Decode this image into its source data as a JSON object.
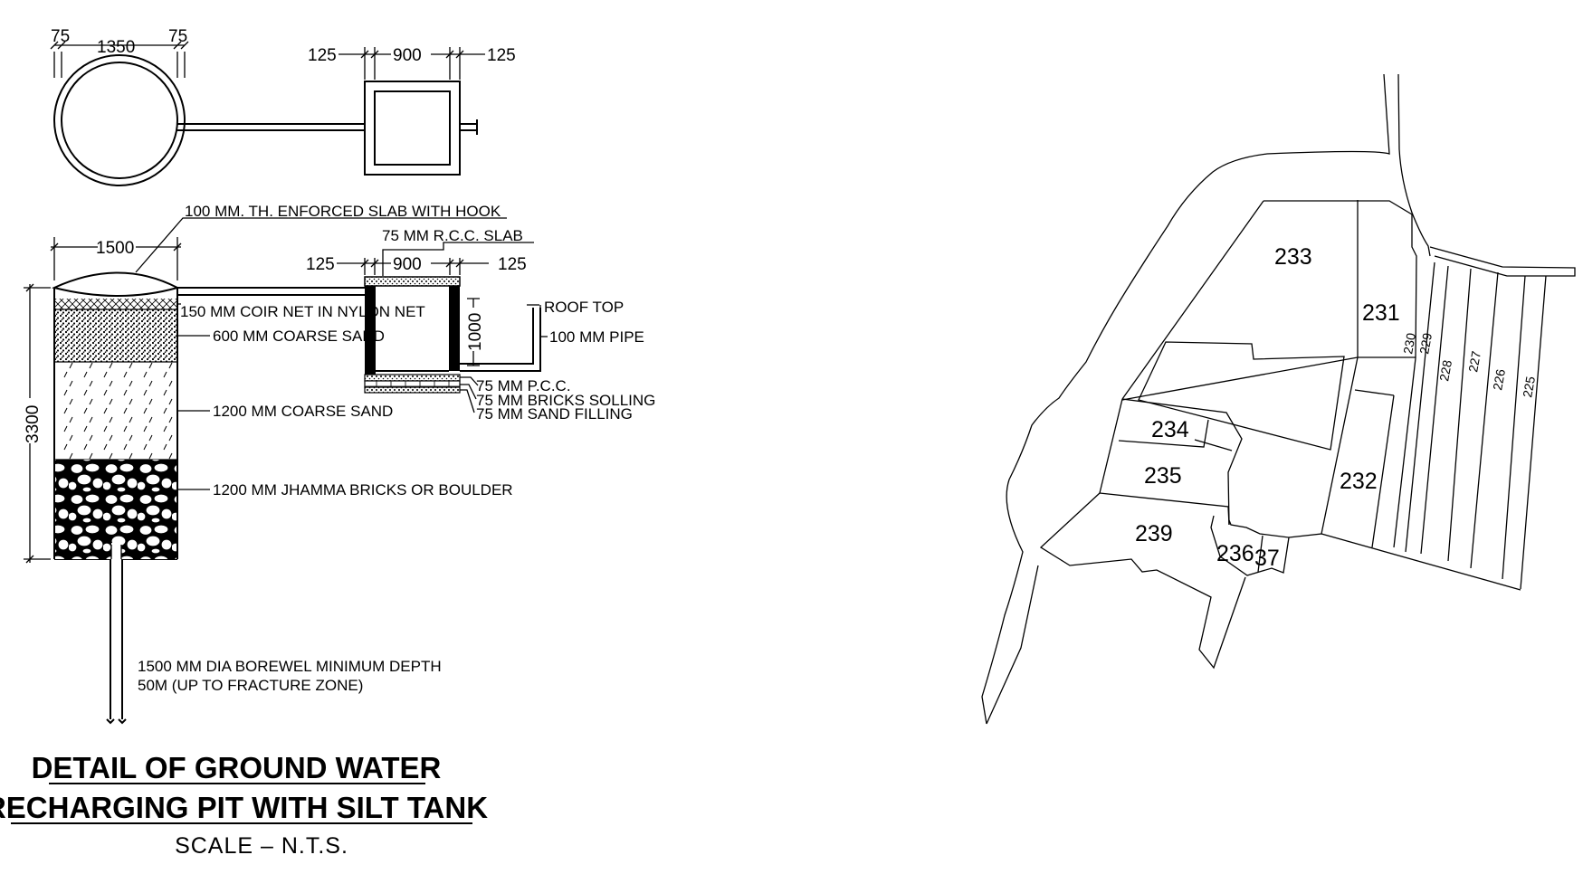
{
  "plan_view": {
    "pit_dims": {
      "left_wall": "75",
      "diameter": "1350",
      "right_wall": "75"
    },
    "tank_dims": {
      "left_wall": "125",
      "inner": "900",
      "right_wall": "125"
    }
  },
  "section_view": {
    "pit_width": "1500",
    "pit_depth": "3300",
    "tank_dims": {
      "left_wall": "125",
      "inner": "900",
      "right_wall": "125"
    },
    "tank_height": "1000",
    "labels": {
      "slab": "100 MM. TH. ENFORCED SLAB WITH HOOK",
      "rcc_slab": "75 MM R.C.C. SLAB",
      "coir_net": "150 MM COIR NET IN NYLON NET",
      "coarse_sand_600": "600 MM COARSE SAND",
      "coarse_sand_1200": "1200 MM COARSE SAND",
      "bricks_boulder": "1200 MM JHAMMA BRICKS OR BOULDER",
      "roof_top": "ROOF TOP",
      "pipe": "100 MM PIPE",
      "pcc": "75 MM P.C.C.",
      "brick_soling": "75 MM BRICKS SOLLING",
      "sand_filling": "75 MM SAND FILLING",
      "borewell_line1": "1500 MM DIA BOREWEL MINIMUM DEPTH",
      "borewell_line2": "50M (UP TO FRACTURE ZONE)"
    }
  },
  "title": {
    "line1": "DETAIL OF GROUND WATER",
    "line2": "RECHARGING PIT WITH SILT TANK",
    "scale": "SCALE – N.T.S."
  },
  "site_plan": {
    "plots": [
      "233",
      "231",
      "230",
      "229",
      "228",
      "227",
      "226",
      "225",
      "234",
      "235",
      "232",
      "239",
      "236",
      "37"
    ]
  }
}
